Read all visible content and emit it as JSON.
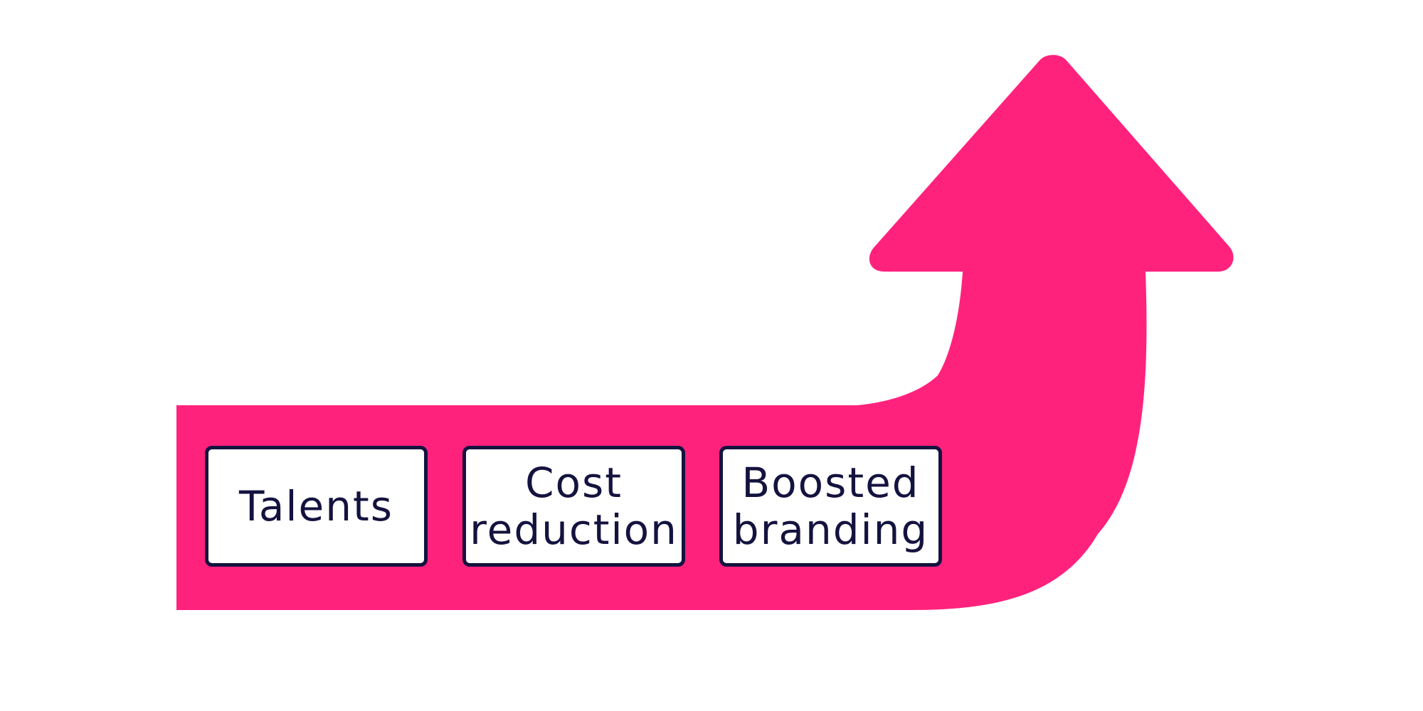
{
  "colors": {
    "arrow": "#ff227d",
    "box_border": "#14133f",
    "box_fill": "#ffffff",
    "text": "#14133f",
    "background": "#ffffff"
  },
  "shapes": {
    "arrow": "curved-up-arrow"
  },
  "boxes": [
    {
      "label": "Talents"
    },
    {
      "label": "Cost\nreduction"
    },
    {
      "label": "Boosted\nbranding"
    }
  ]
}
